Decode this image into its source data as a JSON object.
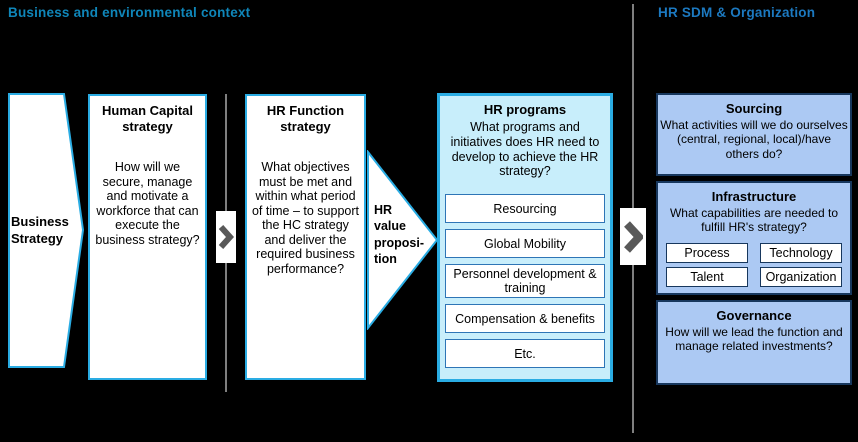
{
  "header": {
    "left_title": "Business and environmental context",
    "right_title": "HR SDM & Organization"
  },
  "colors": {
    "background": "#000000",
    "accent_cyan_border": "#2AACE3",
    "light_cyan_fill": "#C8EEFB",
    "periwinkle_fill": "#ACC9F3",
    "navy_border": "#17375D",
    "program_item_border": "#2E75B6",
    "divider_gray": "#7F7F7F",
    "chevron_gray": "#595959",
    "header_left_color": "#0F86B9",
    "header_right_color": "#1C79C0"
  },
  "flow": {
    "business_strategy": {
      "label": "Business Strategy"
    },
    "human_capital": {
      "title": "Human Capital strategy",
      "body": "How will we secure, manage and motivate a workforce that can execute the business strategy?"
    },
    "hr_function": {
      "title": "HR Function strategy",
      "body": "What objectives must be met and within what period of time – to support the HC strategy and deliver the required business performance?"
    },
    "hr_value_proposition": {
      "label": "HR\nvalue\nproposi-\ntion"
    },
    "hr_programs": {
      "title": "HR programs",
      "body": "What programs and initiatives does HR need to develop to achieve the HR strategy?",
      "items": [
        "Resourcing",
        "Global Mobility",
        "Personnel development & training",
        "Compensation & benefits",
        "Etc."
      ]
    }
  },
  "sdm": {
    "sourcing": {
      "title": "Sourcing",
      "body": "What activities will we do ourselves (central, regional, local)/have others do?"
    },
    "infrastructure": {
      "title": "Infrastructure",
      "body": "What capabilities are needed to fulfill HR's strategy?",
      "capabilities": [
        "Process",
        "Technology",
        "Talent",
        "Organization"
      ]
    },
    "governance": {
      "title": "Governance",
      "body": "How will we lead the function and manage related investments?"
    }
  }
}
